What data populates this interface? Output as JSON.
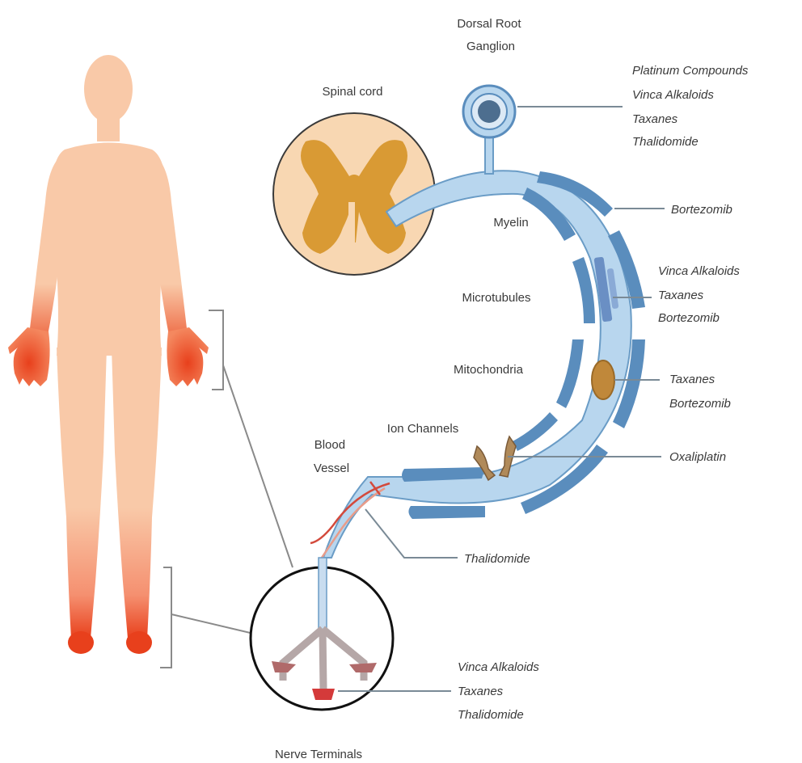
{
  "labels": {
    "dorsal_root_ganglion": [
      "Dorsal Root",
      "Ganglion"
    ],
    "spinal_cord": "Spinal cord",
    "myelin": "Myelin",
    "microtubules": "Microtubules",
    "mitochondria": "Mitochondria",
    "ion_channels": "Ion Channels",
    "blood_vessel": [
      "Blood",
      "Vessel"
    ],
    "nerve_terminals": "Nerve Terminals"
  },
  "drug_labels": {
    "ganglion": [
      "Platinum Compounds",
      "Vinca Alkaloids",
      "Taxanes",
      "Thalidomide"
    ],
    "myelin": [
      "Bortezomib"
    ],
    "microtubules": [
      "Vinca Alkaloids",
      "Taxanes",
      "Bortezomib"
    ],
    "mitochondria": [
      "Taxanes",
      "Bortezomib"
    ],
    "ion_channels": [
      "Oxaliplatin"
    ],
    "blood_vessel": [
      "Thalidomide"
    ],
    "nerve_terminals": [
      "Vinca Alkaloids",
      "Taxanes",
      "Thalidomide"
    ]
  },
  "colors": {
    "skin": "#f9c9a8",
    "affected": "#e8401c",
    "spinal_cord": "#f8d7b2",
    "grey_matter": "#d99a34",
    "axon": "#b8d6ee",
    "myelin": "#5a8dbd",
    "leader": "#7a8a96"
  }
}
